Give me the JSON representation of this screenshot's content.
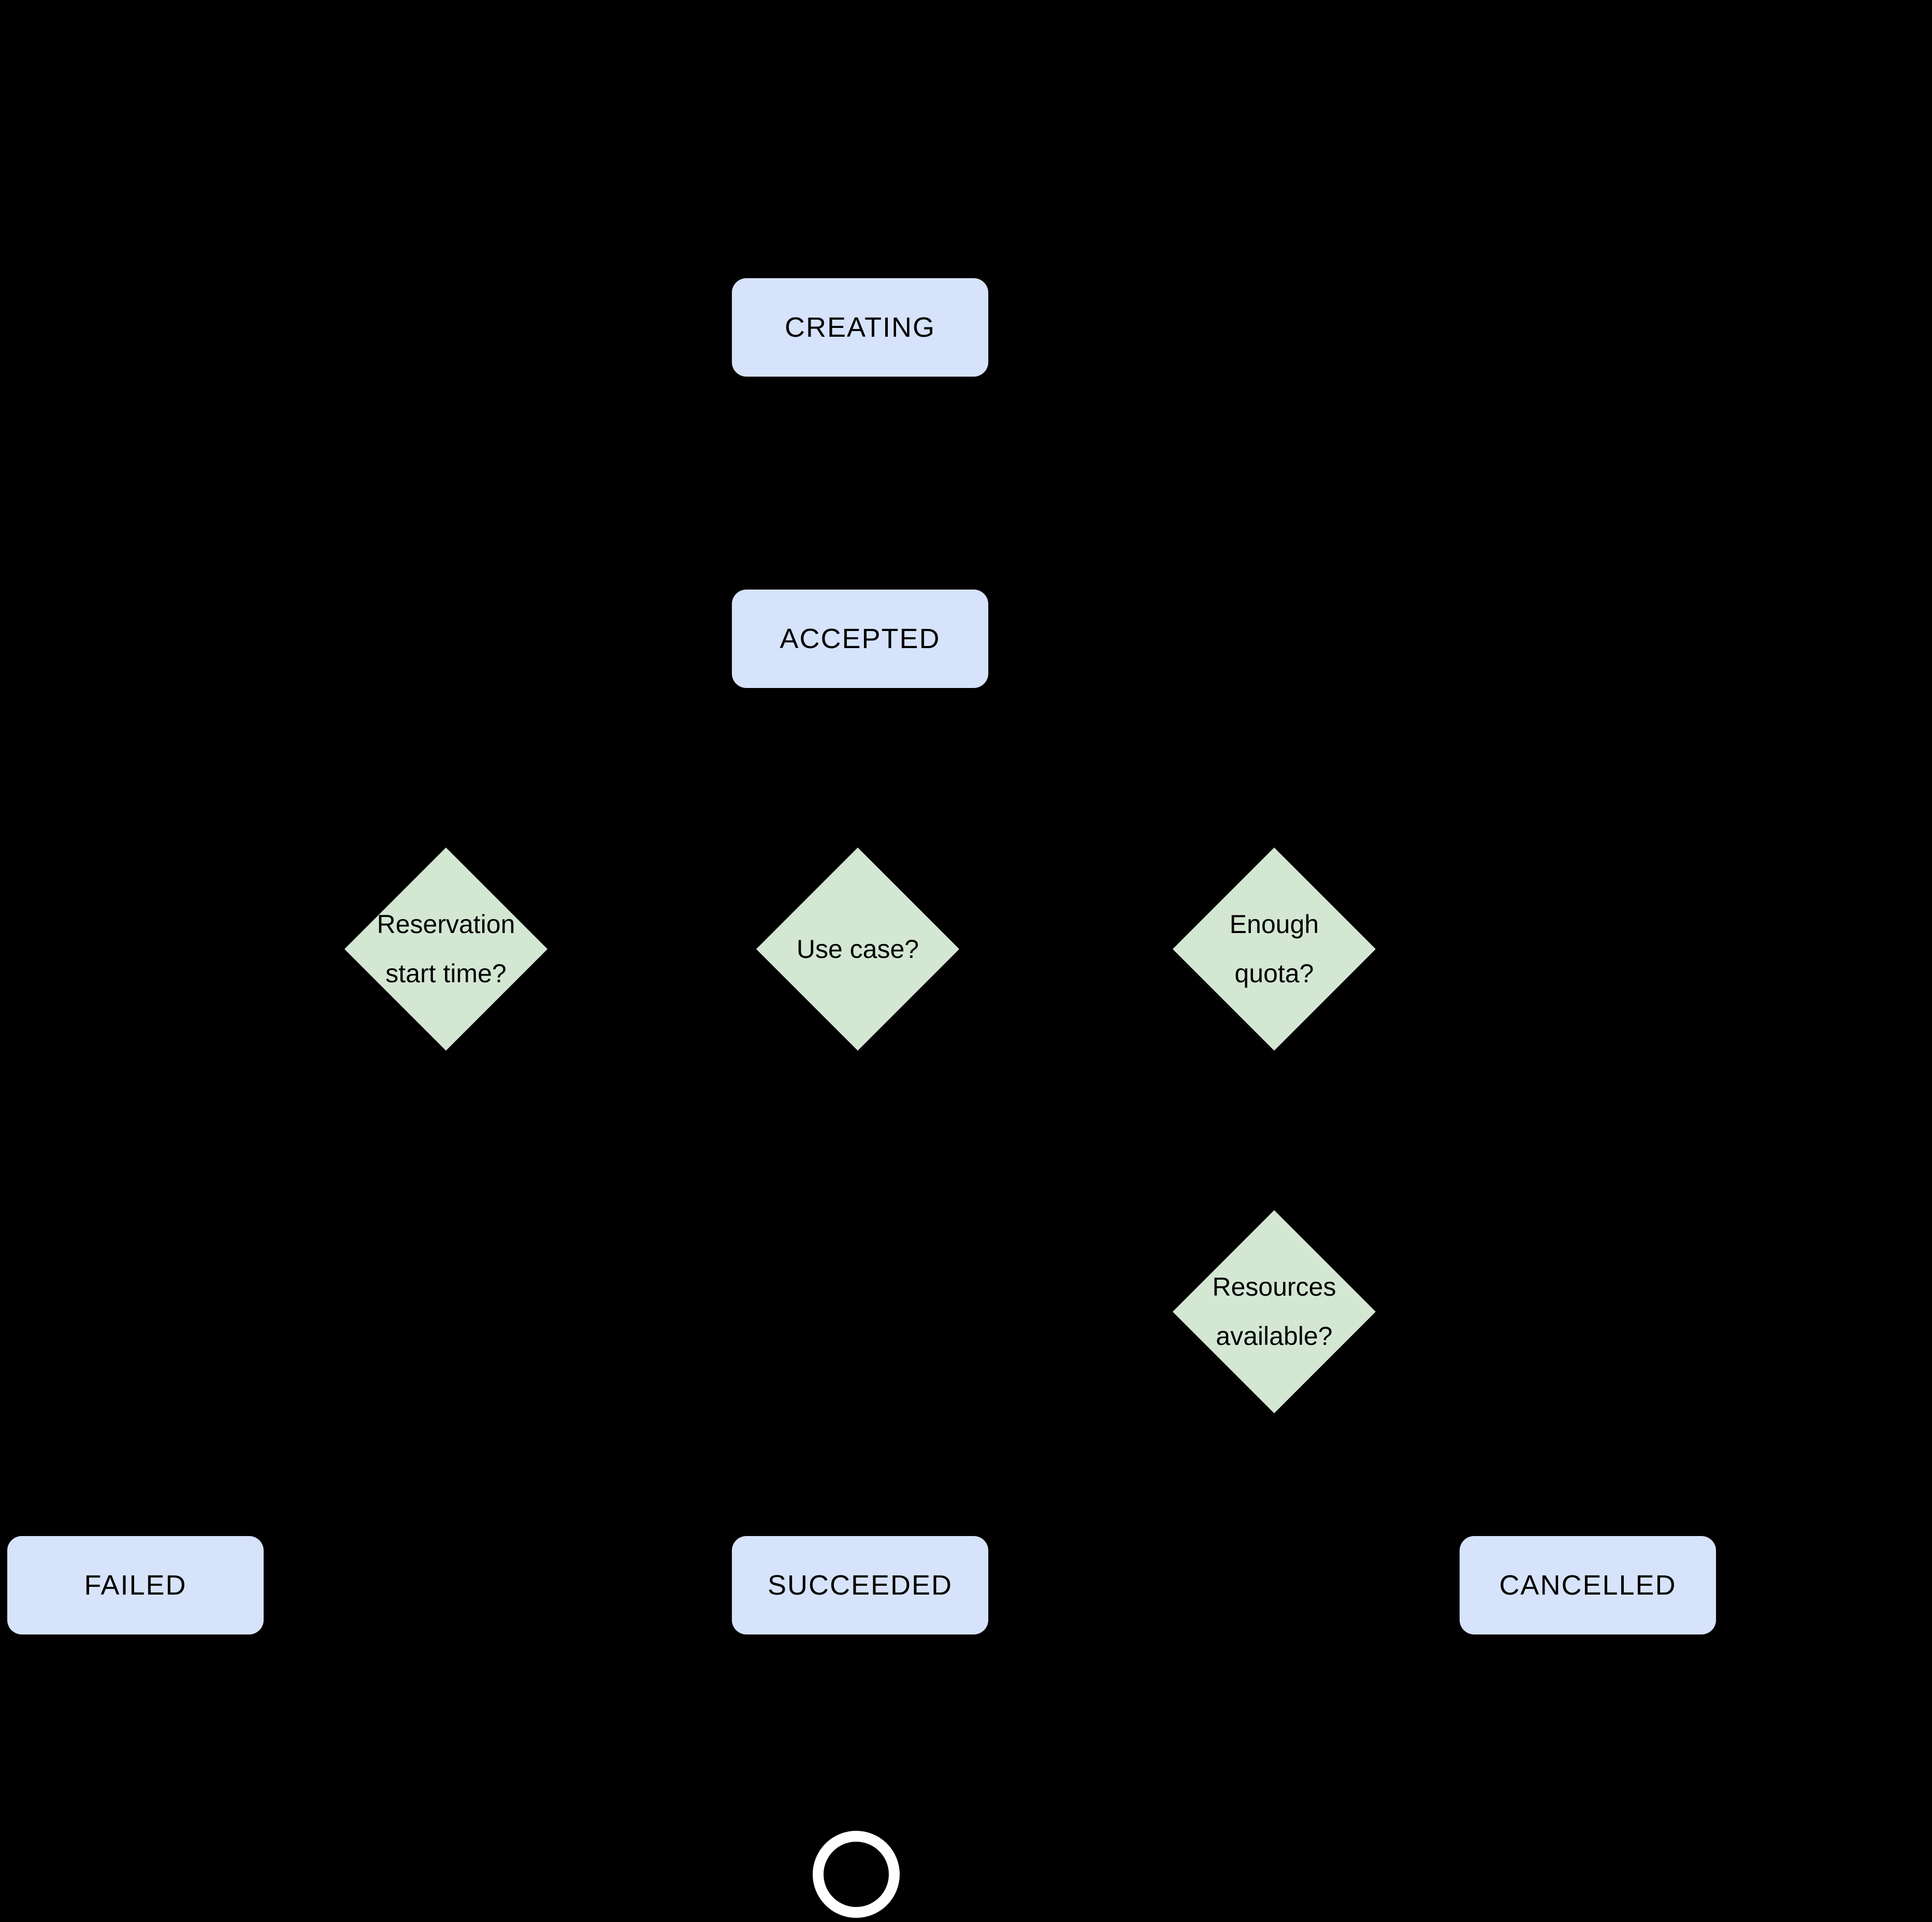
{
  "colors": {
    "background": "#000000",
    "state_fill": "#d6e3fa",
    "decision_fill": "#d4e7d3",
    "text": "#000000",
    "end_ring": "#ffffff"
  },
  "states": {
    "creating": "CREATING",
    "accepted": "ACCEPTED",
    "failed": "FAILED",
    "succeeded": "SUCCEEDED",
    "cancelled": "CANCELLED"
  },
  "decisions": {
    "reservation": {
      "line1": "Reservation",
      "line2": "start time?"
    },
    "usecase": {
      "line1": "Use case?"
    },
    "quota": {
      "line1": "Enough",
      "line2": "quota?"
    },
    "resources": {
      "line1": "Resources",
      "line2": "available?"
    }
  }
}
